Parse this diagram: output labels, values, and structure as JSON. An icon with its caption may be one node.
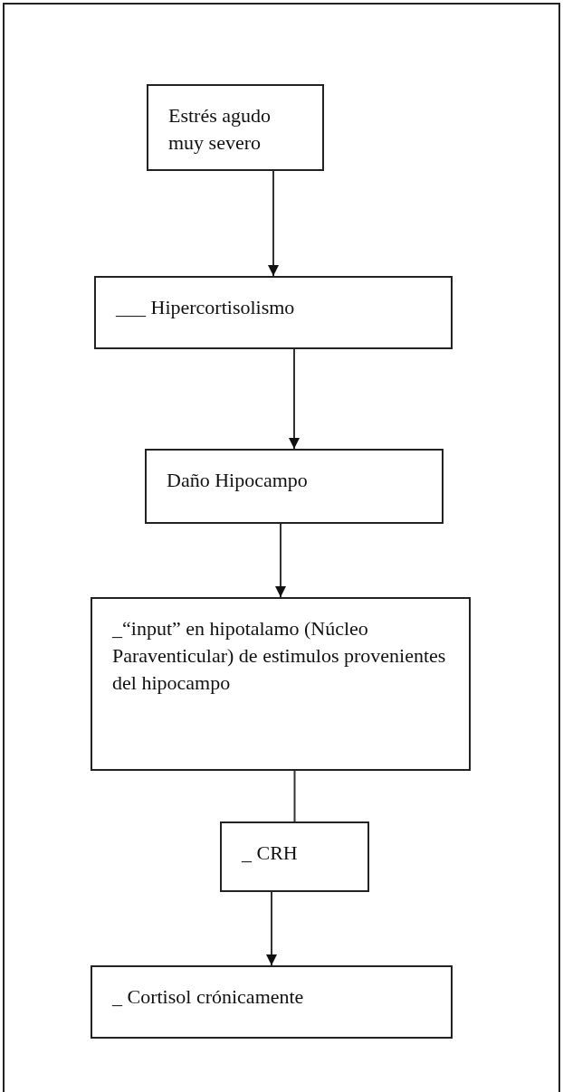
{
  "diagram": {
    "nodes": [
      {
        "text": [
          "Estrés agudo muy severo"
        ]
      },
      {
        "text": [
          "___ Hipercortisolismo"
        ]
      },
      {
        "text": [
          "Daño Hipocampo"
        ]
      },
      {
        "text": [
          "_“input” en hipotalamo (Núcleo Paraventicular) de estimulos provenientes del hipocampo"
        ]
      },
      {
        "text": [
          "_ CRH"
        ]
      },
      {
        "text": [
          "_ Cortisol crónicamente"
        ]
      }
    ],
    "edges": [
      {
        "from": 0,
        "to": 1,
        "arrow": "to"
      },
      {
        "from": 1,
        "to": 2,
        "arrow": "to"
      },
      {
        "from": 2,
        "to": 3,
        "arrow": "to"
      },
      {
        "from": 3,
        "to": 4,
        "arrow": "none"
      },
      {
        "from": 4,
        "to": 5,
        "arrow": "to"
      }
    ]
  }
}
